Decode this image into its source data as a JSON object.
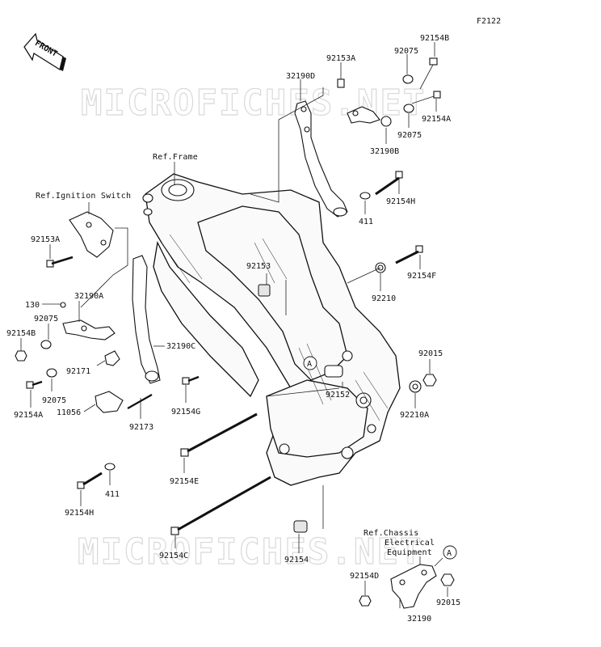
{
  "diagram_code": "F2122",
  "front_badge": "FRONT",
  "watermark": "MICROFICHES.NET",
  "refs": {
    "frame": "Ref.Frame",
    "ignition": "Ref.Ignition Switch",
    "chassis_line1": "Ref.Chassis",
    "chassis_line2": "Electrical",
    "chassis_line3": "Equipment"
  },
  "markers": {
    "a1": "A",
    "a2": "A"
  },
  "parts": {
    "p92154B_top": "92154B",
    "p92075_top": "92075",
    "p92153A_top": "92153A",
    "p32190D": "32190D",
    "p92154A_right": "92154A",
    "p92075_mid": "92075",
    "p32190B": "32190B",
    "p92154H_right": "92154H",
    "p411_right": "411",
    "p92154F": "92154F",
    "p92153": "92153",
    "p92210": "92210",
    "p92015_right": "92015",
    "p92152": "92152",
    "p92210A": "92210A",
    "p92153A_left": "92153A",
    "p130": "130",
    "p32190A": "32190A",
    "p92075_left": "92075",
    "p92154B_left": "92154B",
    "p32190C": "32190C",
    "p92171": "92171",
    "p92075_left2": "92075",
    "p92154A_left": "92154A",
    "p11056": "11056",
    "p92173": "92173",
    "p92154G": "92154G",
    "p92154E": "92154E",
    "p411_left": "411",
    "p92154H_left": "92154H",
    "p92154C": "92154C",
    "p92154_bottom": "92154",
    "p92154D": "92154D",
    "p32190": "32190",
    "p92015_bottom": "92015"
  }
}
